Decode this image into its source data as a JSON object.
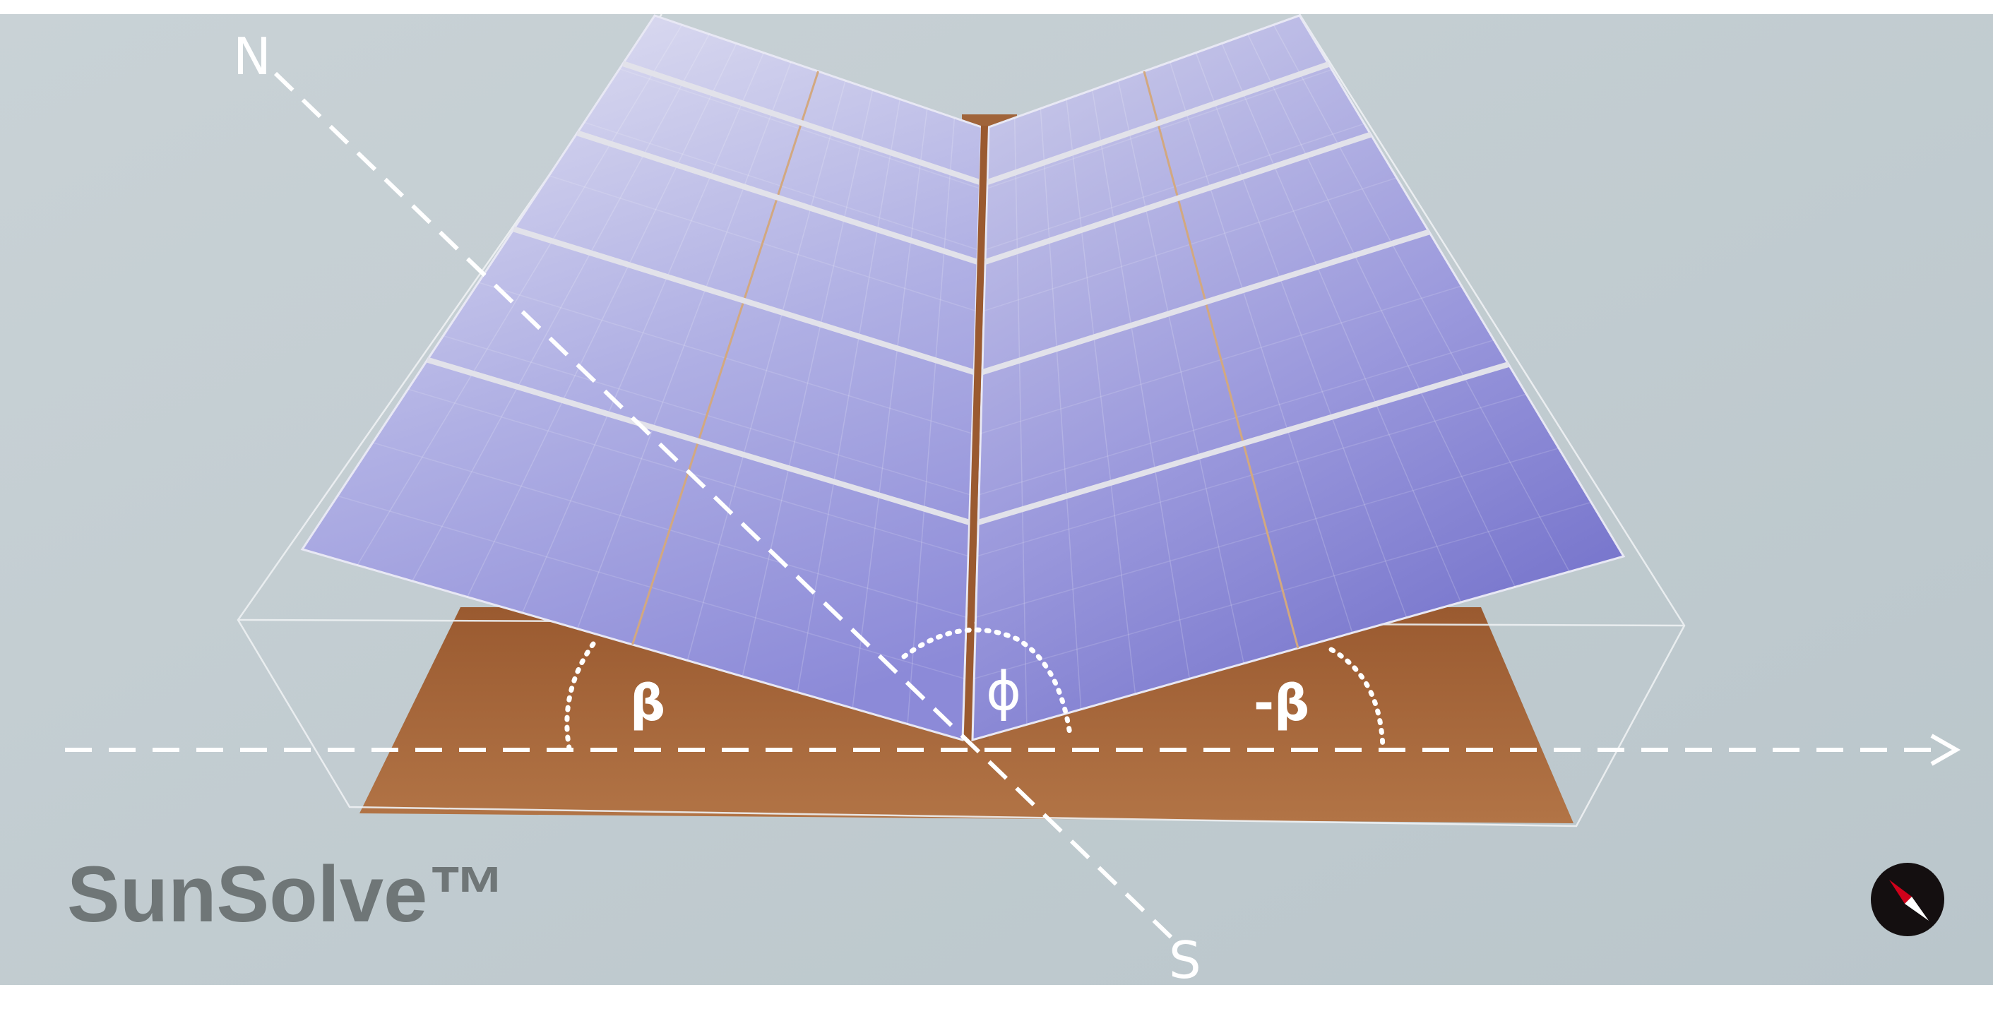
{
  "viewport": {
    "labels": {
      "north": "N",
      "south": "S",
      "tilt_left": "β",
      "azimuth": "ϕ",
      "tilt_right": "-β"
    },
    "logo": "SunSolve™",
    "compass": {
      "icon": "compass-icon",
      "needle_north_color": "#d0021b",
      "needle_south_color": "#ffffff",
      "body_color": "#140f10"
    }
  },
  "colors": {
    "background": "#c4ced3",
    "ground": "#a8683a",
    "panel_light": "#d6d6ee",
    "panel_dark": "#7c7ad0",
    "annotation": "#ffffff"
  }
}
